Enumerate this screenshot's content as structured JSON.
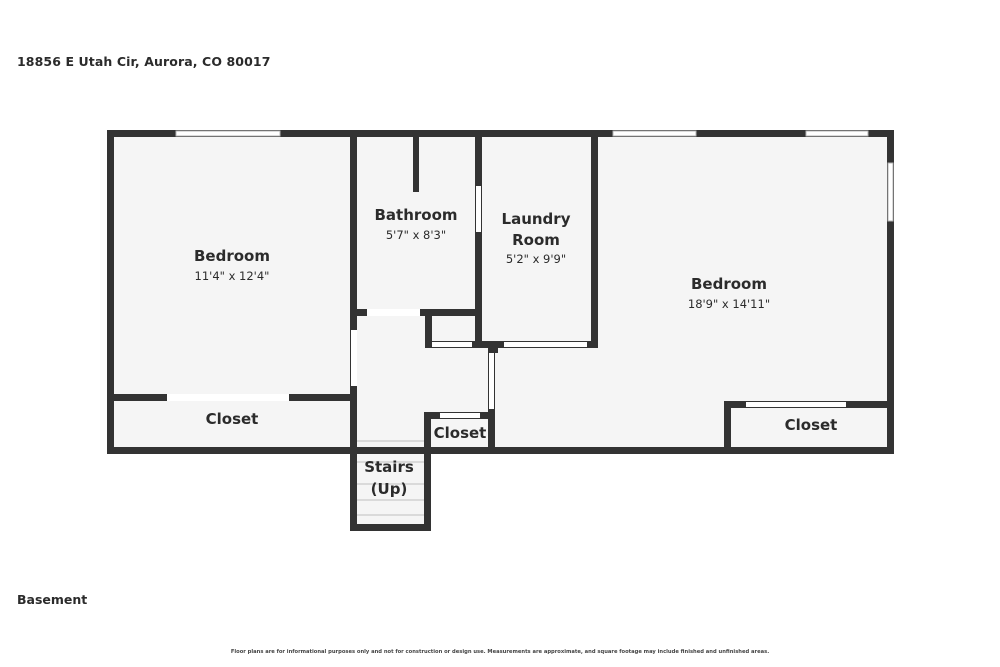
{
  "header": {
    "address": "18856 E Utah Cir, Aurora, CO 80017"
  },
  "footer": {
    "level": "Basement",
    "disclaimer": "Floor plans are for informational purposes only and not for construction or design use. Measurements are approximate, and square footage may include finished and unfinished areas."
  },
  "rooms": {
    "bedroom_left": {
      "name": "Bedroom",
      "dims": "11'4\" x 12'4\""
    },
    "bathroom": {
      "name": "Bathroom",
      "dims": "5'7\" x 8'3\""
    },
    "laundry": {
      "name_line1": "Laundry",
      "name_line2": "Room",
      "dims": "5'2\" x 9'9\""
    },
    "bedroom_right": {
      "name": "Bedroom",
      "dims": "18'9\" x 14'11\""
    },
    "closet_left": {
      "name": "Closet"
    },
    "closet_middle": {
      "name": "Closet"
    },
    "closet_right": {
      "name": "Closet"
    },
    "stairs": {
      "name_line1": "Stairs",
      "name_line2": "(Up)"
    }
  }
}
